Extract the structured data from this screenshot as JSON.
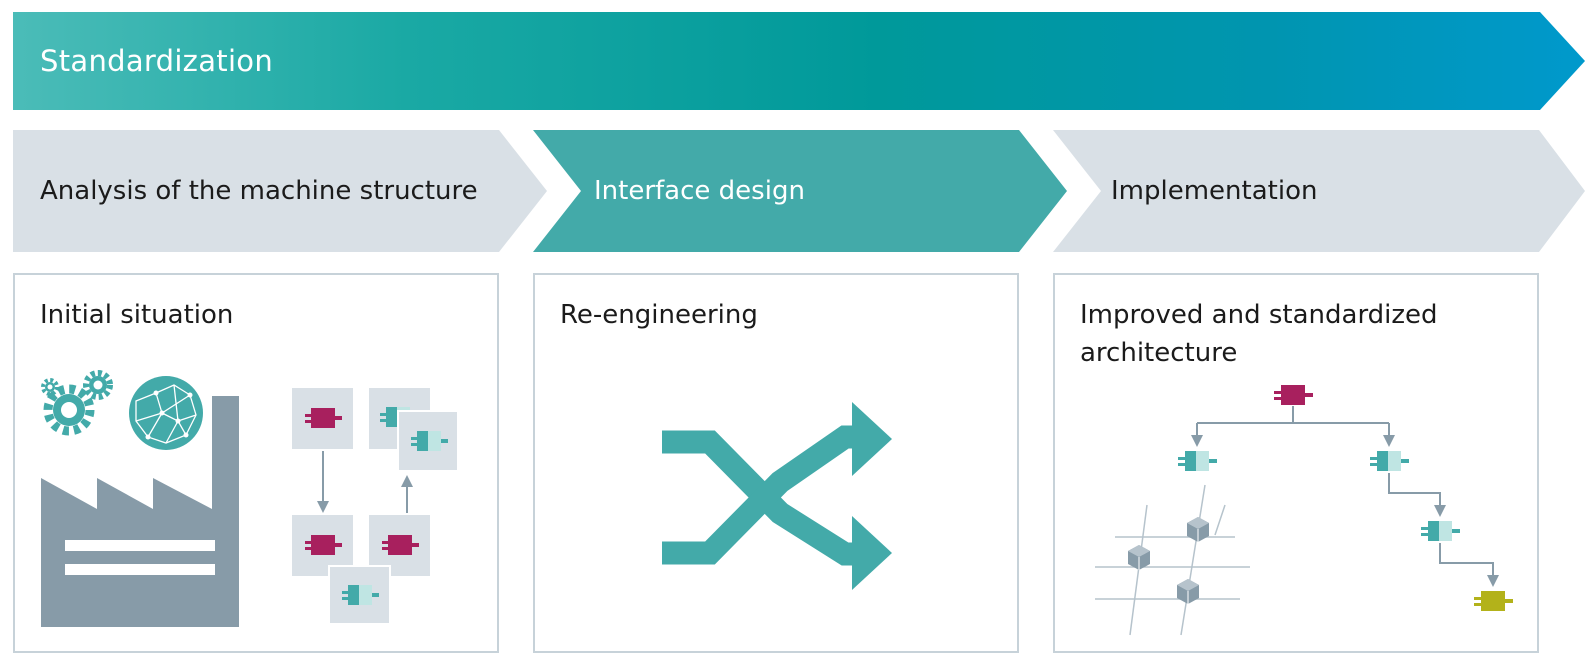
{
  "banner": {
    "title": "Standardization"
  },
  "steps": [
    {
      "label": "Analysis of the machine structure"
    },
    {
      "label": "Interface design"
    },
    {
      "label": "Implementation"
    }
  ],
  "panels": [
    {
      "title": "Initial situation"
    },
    {
      "title": "Re-engineering"
    },
    {
      "title": "Improved and standardized architecture"
    }
  ],
  "colors": {
    "teal": "#43aaa9",
    "magenta": "#a8205e",
    "slate": "#879ba8",
    "light_grey": "#d9e0e6",
    "lime": "#b3b21a"
  }
}
